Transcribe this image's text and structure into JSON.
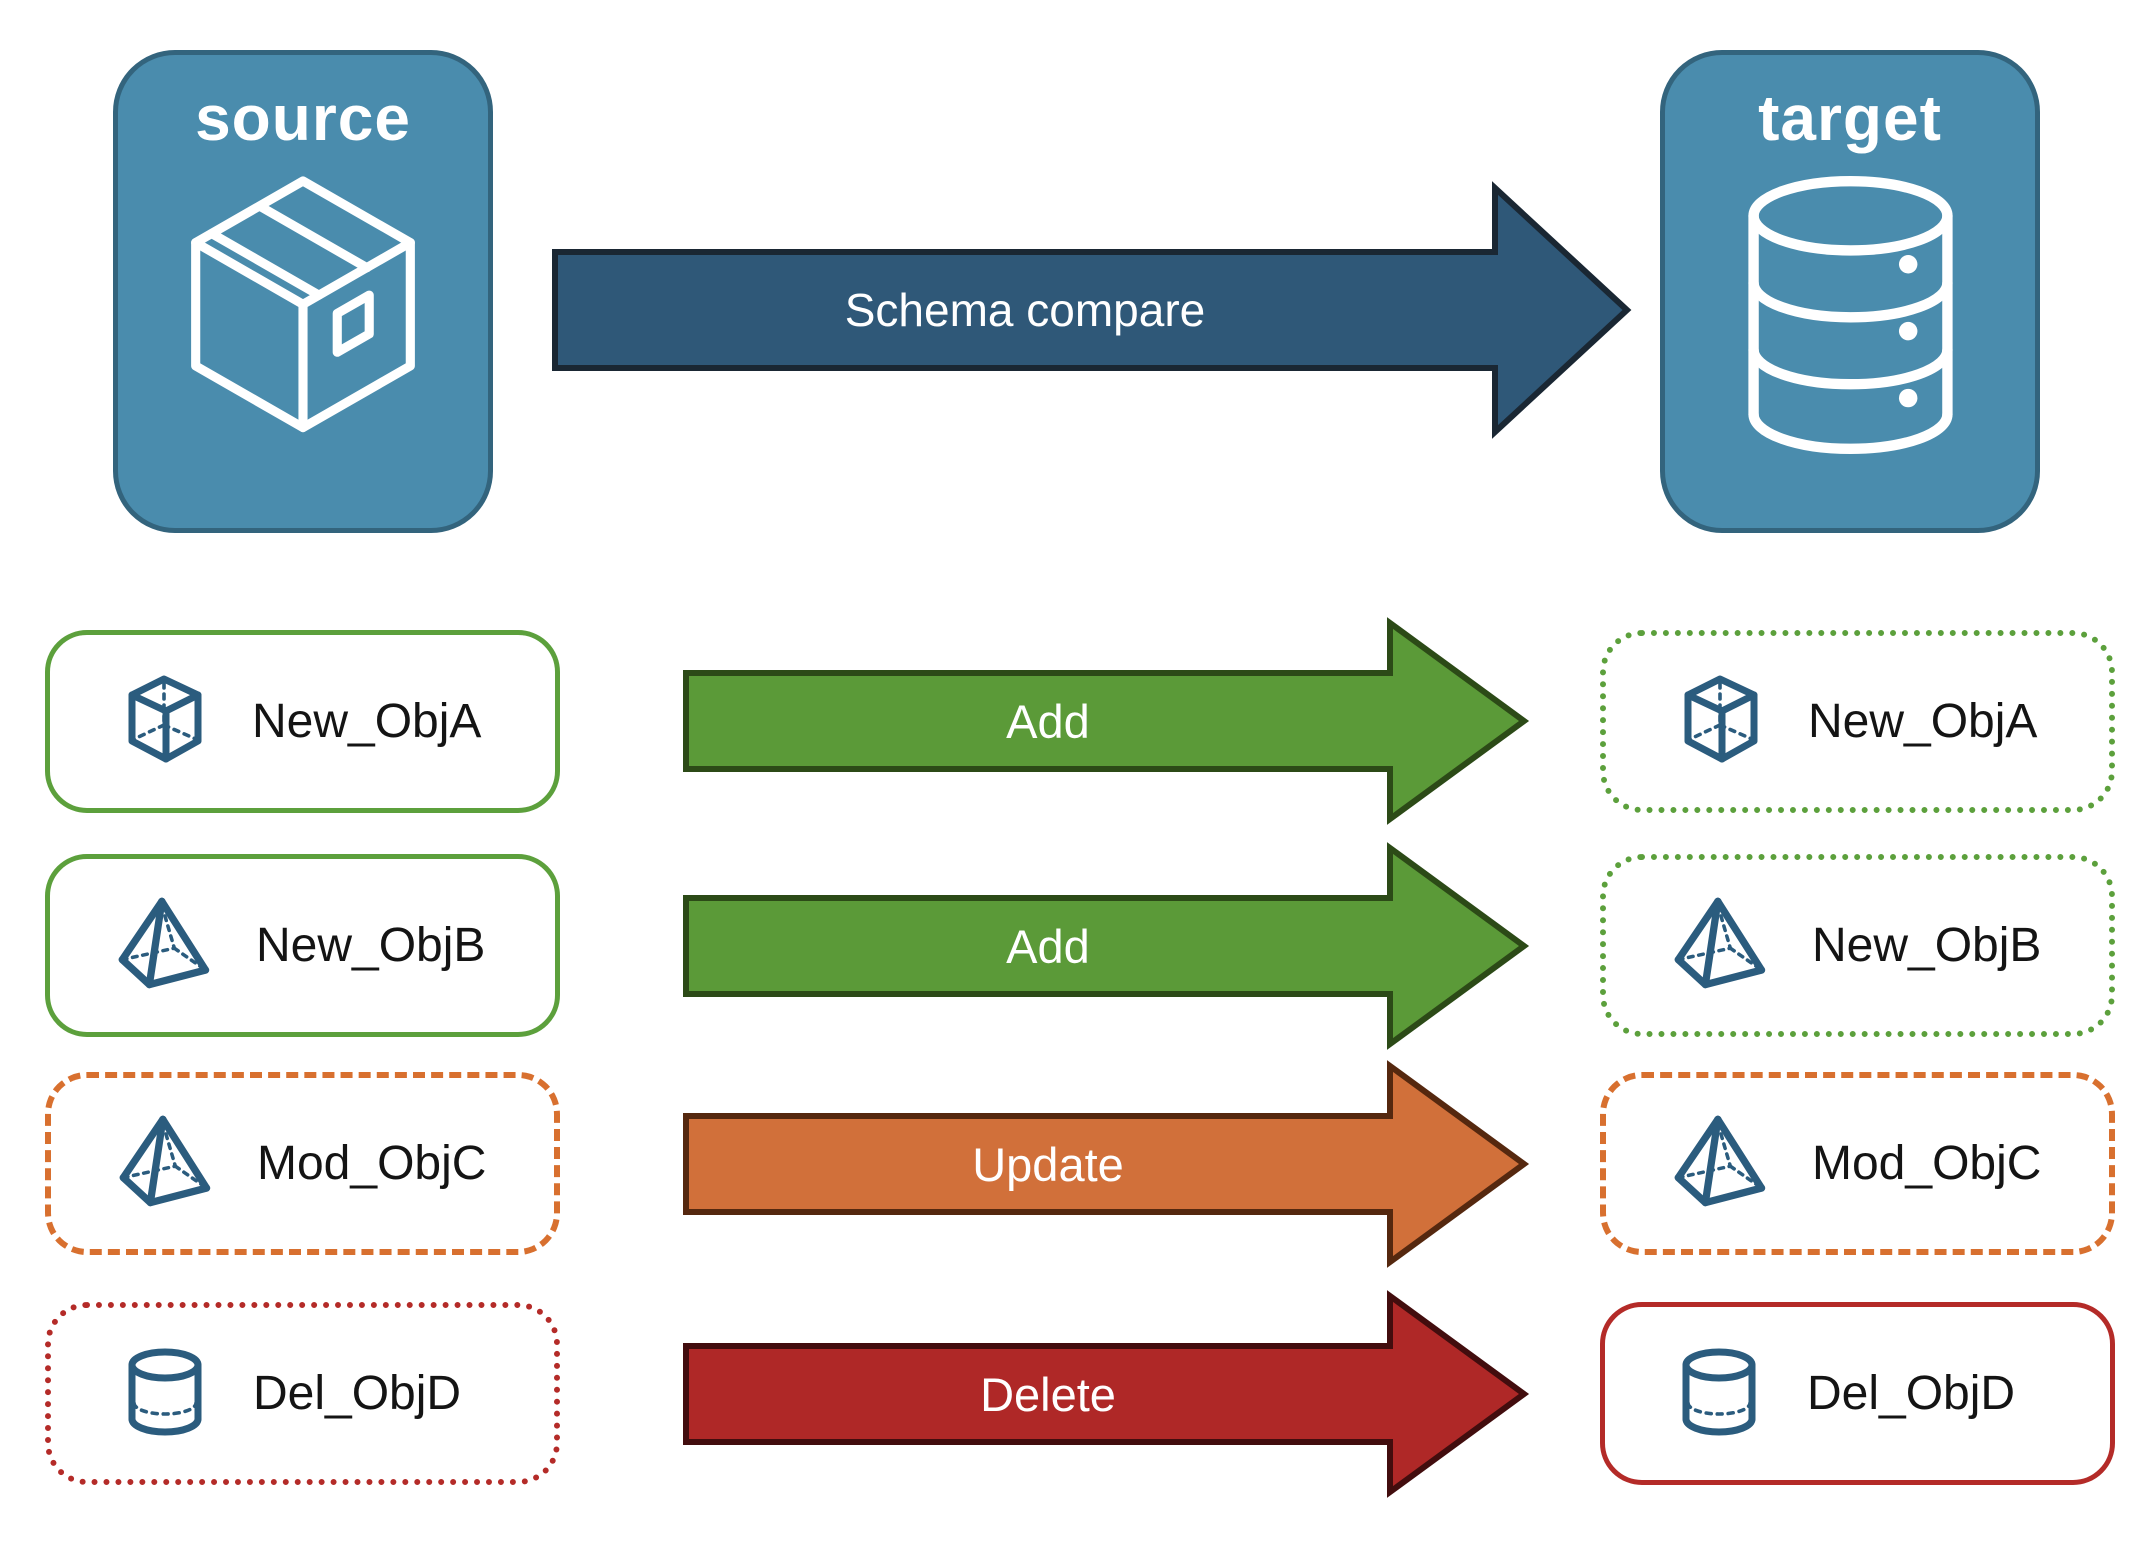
{
  "nodes": {
    "source": {
      "label": "source",
      "icon": "package-box-icon"
    },
    "target": {
      "label": "target",
      "icon": "database-icon"
    }
  },
  "main_arrow": {
    "label": "Schema compare",
    "fill": "#2F5878",
    "stroke": "#1A2733"
  },
  "rows": [
    {
      "object_name": "New_ObjA",
      "action": "Add",
      "icon": "cube-icon",
      "arrow_fill": "#5B9A38",
      "arrow_stroke": "#2C4A17",
      "source_box_style": "solid-green",
      "target_box_style": "dotted-green"
    },
    {
      "object_name": "New_ObjB",
      "action": "Add",
      "icon": "pyramid-icon",
      "arrow_fill": "#5B9A38",
      "arrow_stroke": "#2C4A17",
      "source_box_style": "solid-green",
      "target_box_style": "dotted-green"
    },
    {
      "object_name": "Mod_ObjC",
      "action": "Update",
      "icon": "pyramid-icon",
      "arrow_fill": "#D1703A",
      "arrow_stroke": "#55280F",
      "source_box_style": "dashed-orange",
      "target_box_style": "dashed-orange"
    },
    {
      "object_name": "Del_ObjD",
      "action": "Delete",
      "icon": "cylinder-icon",
      "arrow_fill": "#AF2827",
      "arrow_stroke": "#420D0E",
      "source_box_style": "dotted-red",
      "target_box_style": "solid-red"
    }
  ],
  "colors": {
    "node_fill_blue": "#4A8CAD",
    "node_border_blue": "#33647D",
    "icon_stroke_blue": "#2B5C7E",
    "green": "#5CA03C",
    "orange": "#D8702F",
    "red": "#B42B28",
    "text_dark": "#141414",
    "text_white": "#FFFFFF"
  }
}
